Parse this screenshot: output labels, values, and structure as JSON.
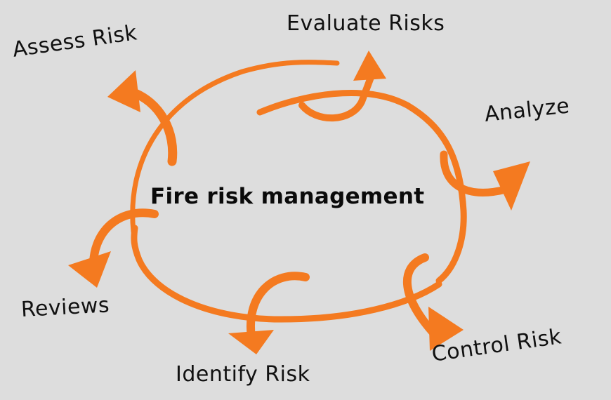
{
  "diagram": {
    "title": "Fire risk management",
    "type": "cycle",
    "colors": {
      "background": "#dddddd",
      "arrow": "#f47a20",
      "text": "#111111"
    },
    "steps": [
      {
        "id": "assess",
        "label": "Assess Risk",
        "position": "top-left"
      },
      {
        "id": "evaluate",
        "label": "Evaluate Risks",
        "position": "top"
      },
      {
        "id": "analyze",
        "label": "Analyze",
        "position": "right"
      },
      {
        "id": "control",
        "label": "Control Risk",
        "position": "bottom-right"
      },
      {
        "id": "identify",
        "label": "Identify Risk",
        "position": "bottom"
      },
      {
        "id": "reviews",
        "label": "Reviews",
        "position": "left"
      }
    ]
  }
}
